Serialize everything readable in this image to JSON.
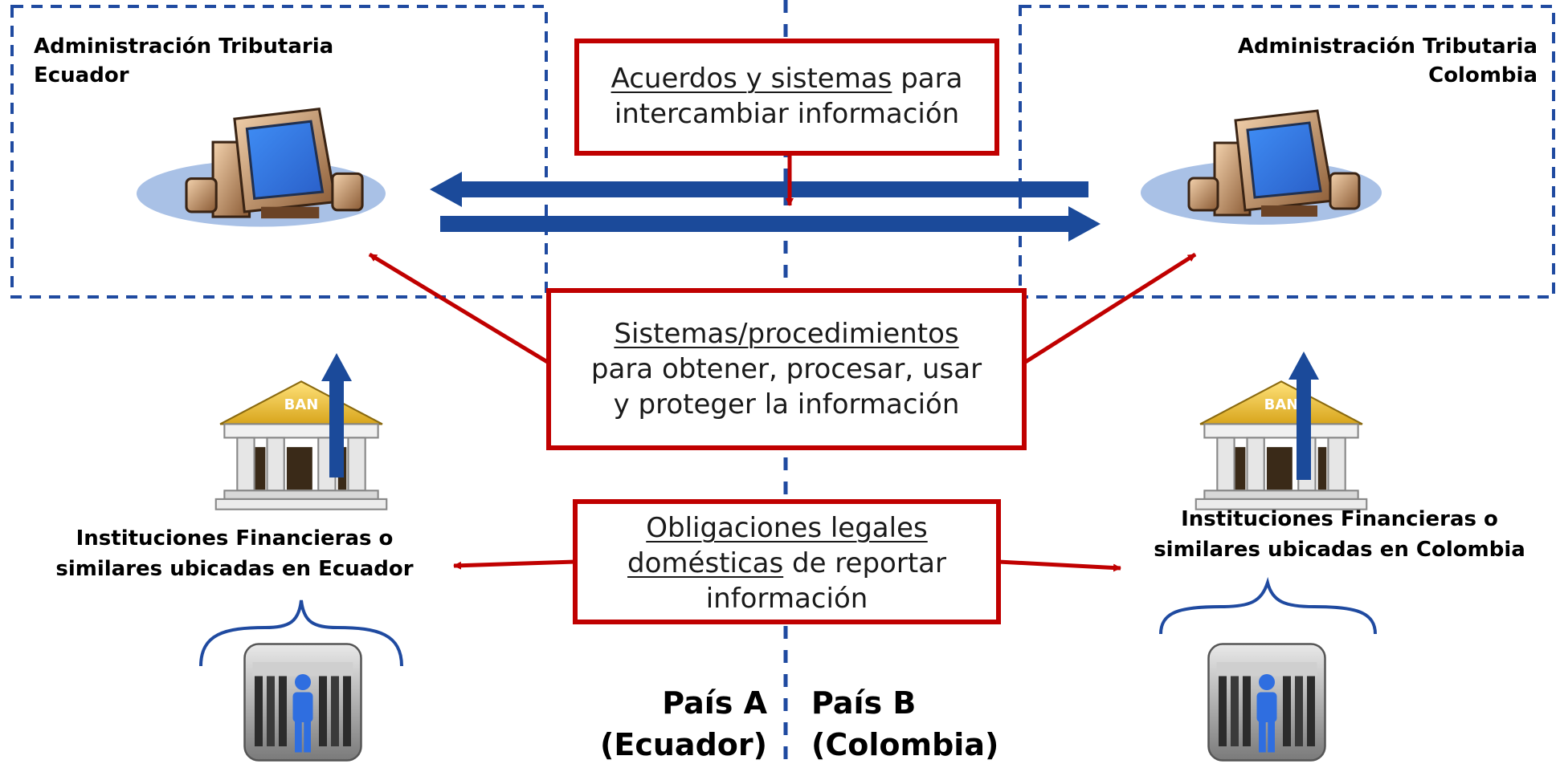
{
  "admin_left": {
    "line1": "Administración Tributaria",
    "line2": "Ecuador"
  },
  "admin_right": {
    "line1": "Administración Tributaria",
    "line2": "Colombia"
  },
  "box_agreements": {
    "underlined": "Acuerdos y sistemas",
    "rest": " para",
    "line2": "intercambiar información"
  },
  "box_systems": {
    "line1": "Sistemas/procedimientos",
    "line2": "para obtener, procesar, usar",
    "line3": "y proteger la información"
  },
  "box_obligations": {
    "line1": "Obligaciones legales",
    "line2_underlined": "domésticas",
    "line2_rest": " de reportar",
    "line3": "información"
  },
  "institutions_left": {
    "line1": "Instituciones Financieras o",
    "line2": "similares  ubicadas en Ecuador"
  },
  "institutions_right": {
    "line1": "Instituciones Financieras o",
    "line2": "similares  ubicadas en Colombia"
  },
  "bank_sign": "BAN",
  "country_a": {
    "name": "País A",
    "country": "(Ecuador)"
  },
  "country_b": {
    "name": "País B",
    "country": "(Colombia)"
  },
  "colors": {
    "red": "#c00000",
    "blue": "#1f4aa0",
    "arrow_blue": "#1b4a9a"
  }
}
